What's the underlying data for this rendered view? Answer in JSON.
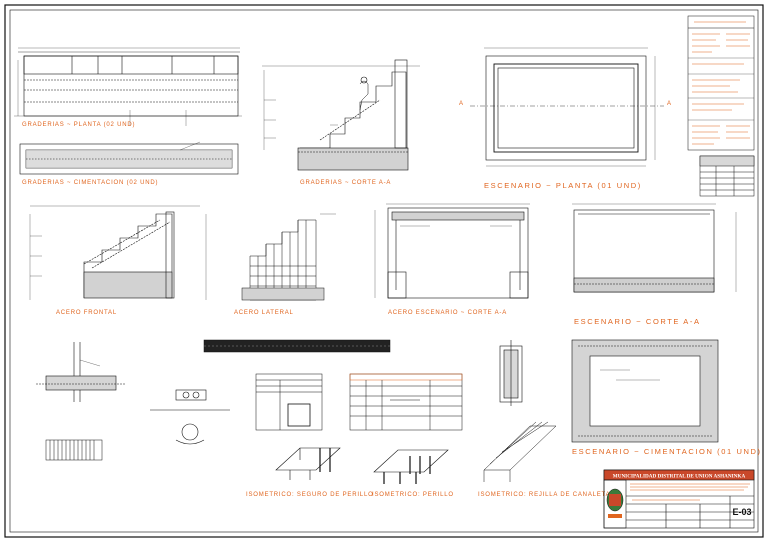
{
  "views": {
    "planta_lateral": "GRADERIAS ~ PLANTA (02 UND)",
    "elevacion_lateral": "GRADERIAS ~ CIMENTACION (02 UND)",
    "corte_graderia": "GRADERIAS ~ CORTE A-A",
    "escenario_planta": "ESCENARIO ~ PLANTA (01 UND)",
    "acero_frontal": "ACERO FRONTAL",
    "acero_lateral": "ACERO LATERAL",
    "acero_escenario": "ACERO ESCENARIO ~ CORTE A-A",
    "escenario_corte": "ESCENARIO ~ CORTE A-A",
    "escenario_cimentacion": "ESCENARIO ~ CIMENTACION (01 UND)",
    "isometrico_seguro": "ISOMETRICO: SEGURO DE PERILLO",
    "isometrico_perillo": "ISOMETRICO: PERILLO",
    "isometrico_canaleta": "ISOMETRICO: REJILLA DE CANALETA"
  },
  "markers": {
    "section_a_left": "A",
    "section_a_right": "A"
  },
  "title_block": {
    "municipality": "MUNICIPALIDAD DISTRITAL DE UNION ASHANINKA",
    "sheet_code": "E-03"
  }
}
